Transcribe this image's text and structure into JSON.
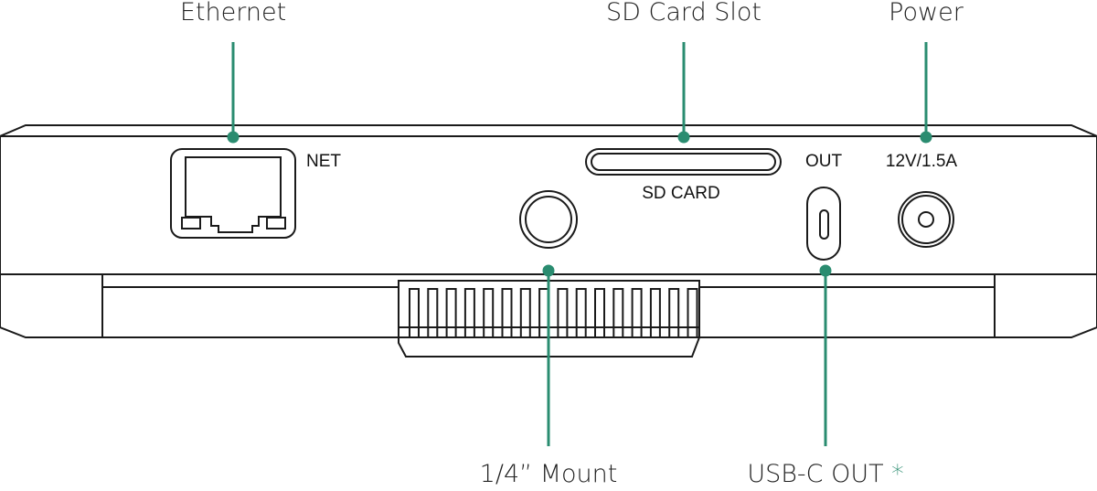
{
  "callouts": {
    "ethernet": "Ethernet",
    "sd_card_slot": "SD Card Slot",
    "power": "Power",
    "mount": "1/4” Mount",
    "usb_c_out": "USB-C OUT",
    "usb_c_note": "*"
  },
  "panel_labels": {
    "net": "NET",
    "sd_card": "SD CARD",
    "out": "OUT",
    "power_rating": "12V/1.5A"
  },
  "colors": {
    "accent": "#2a8c70",
    "outline": "#1a1a1a"
  }
}
